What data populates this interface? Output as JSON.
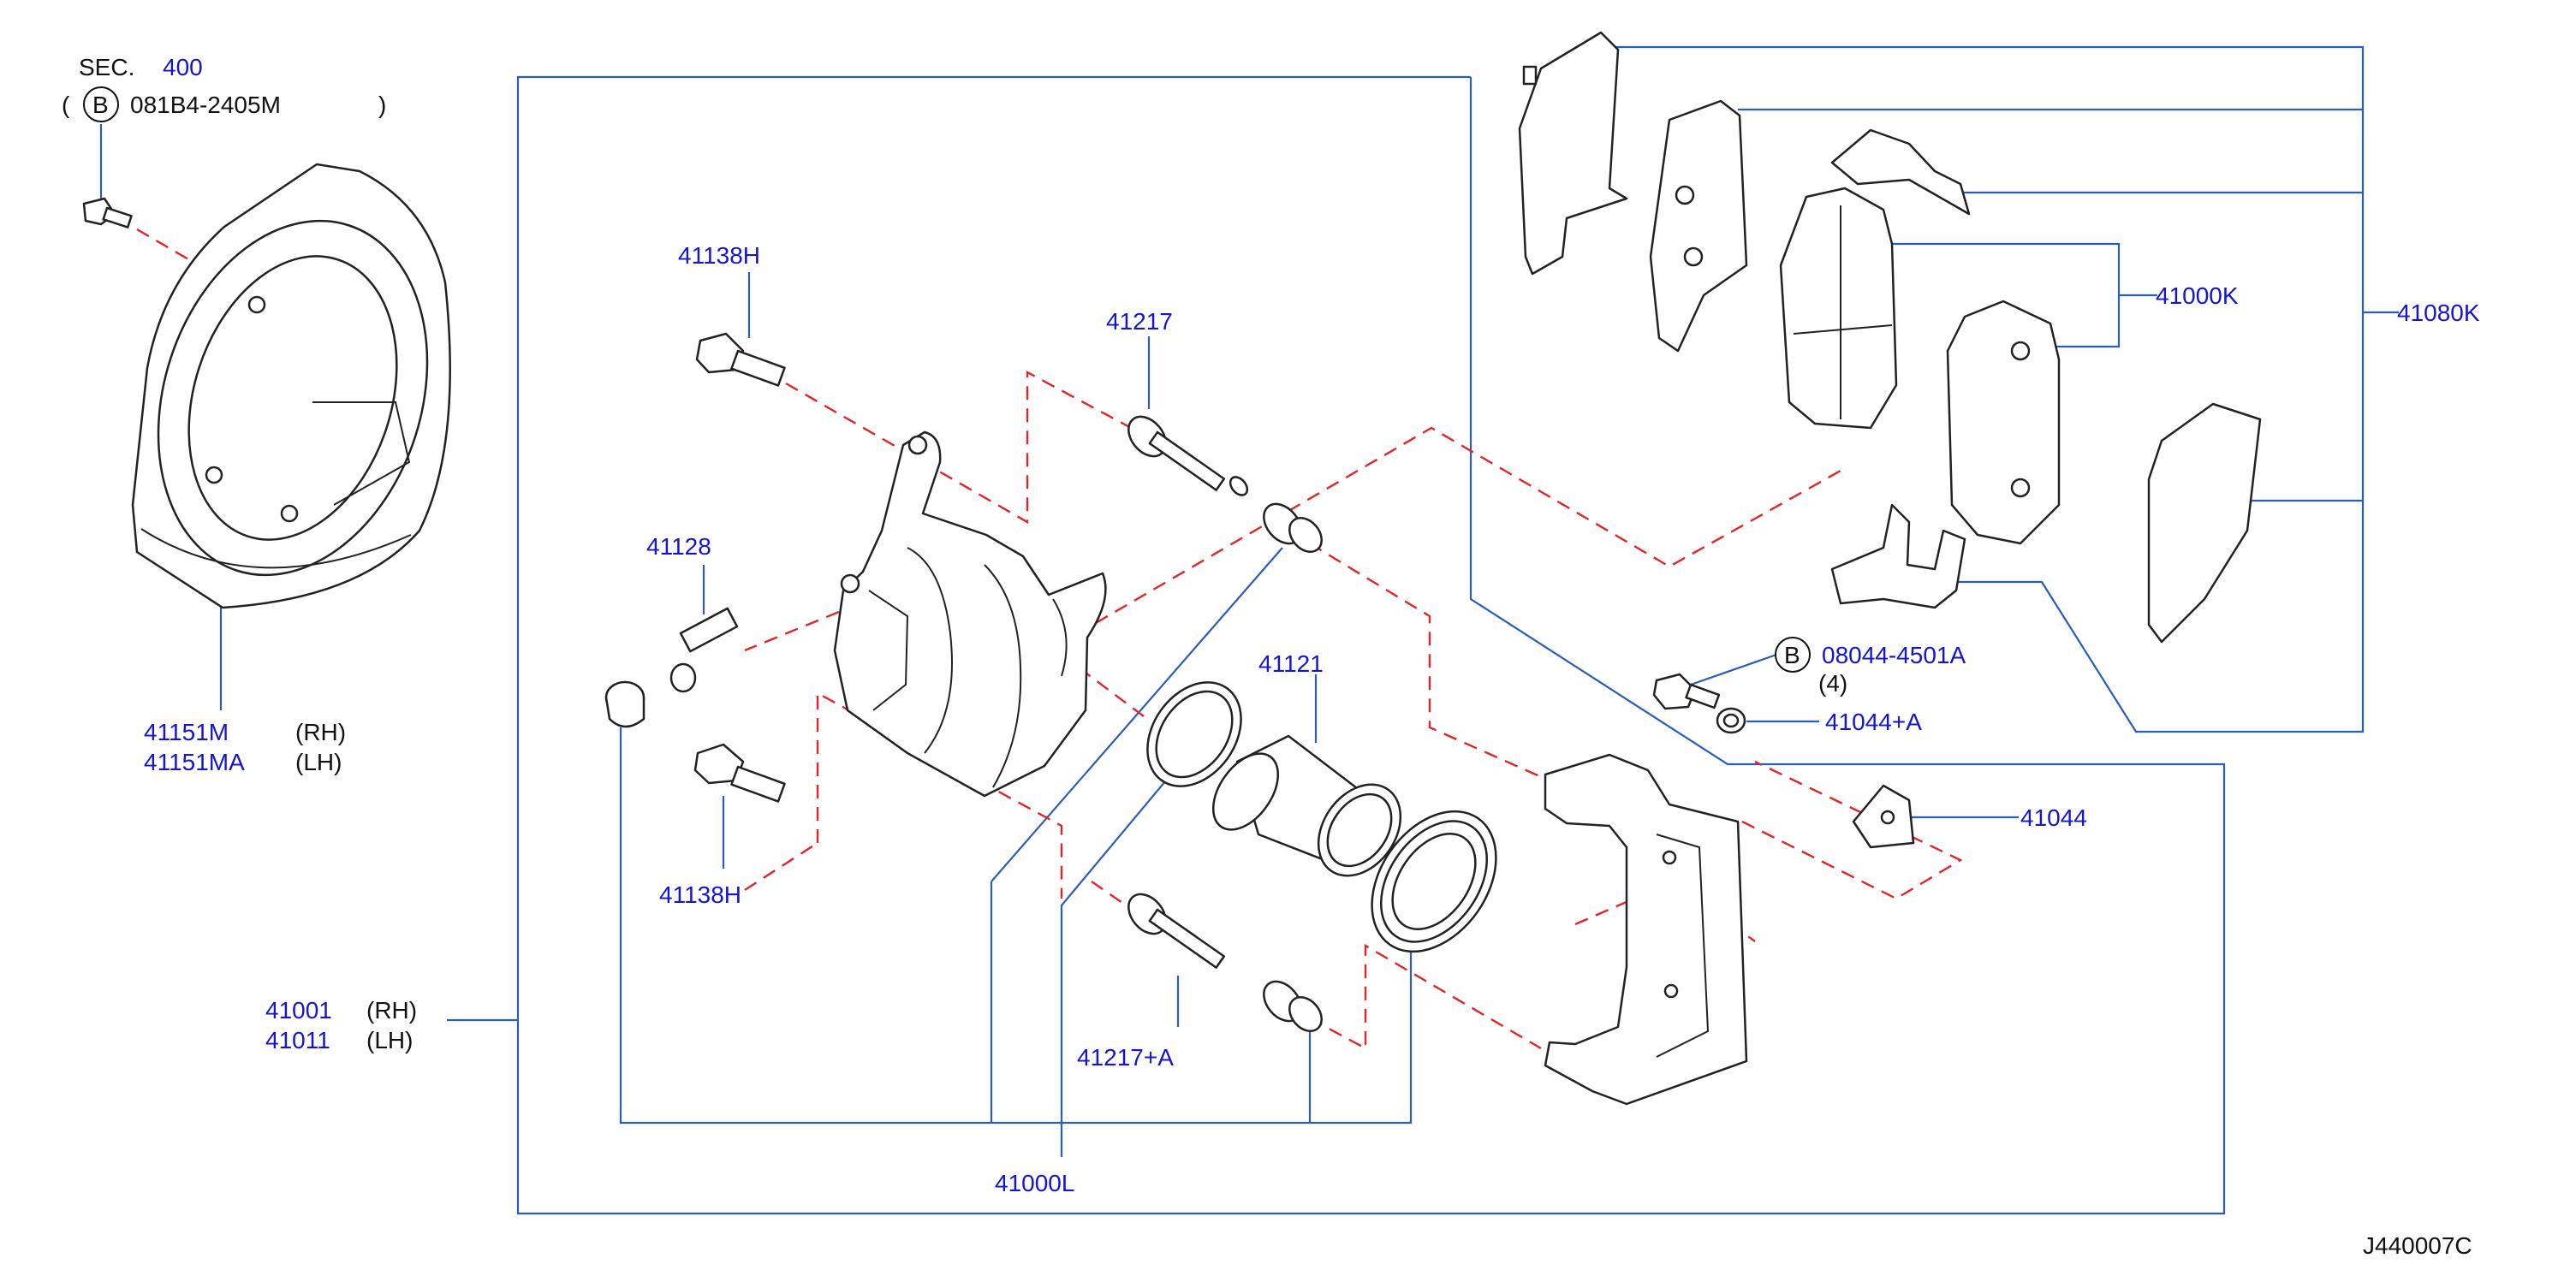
{
  "colors": {
    "part_number": "#1414d2",
    "leader_line": "#2a5cb8",
    "dashed_line": "#e0262a",
    "text": "#111111",
    "outline": "#222222"
  },
  "header": {
    "sec_label": "SEC.",
    "sec_number": "400",
    "bolt_circle_letter": "B",
    "bolt_code": "081B4-2405M",
    "paren_open": "(",
    "paren_close": ")"
  },
  "labels": {
    "p41151M": "41151M",
    "p41151M_side": "(RH)",
    "p41151MA": "41151MA",
    "p41151MA_side": "(LH)",
    "p41138H_top": "41138H",
    "p41217": "41217",
    "p41128": "41128",
    "p41138H_bottom": "41138H",
    "p41121": "41121",
    "p41001": "41001",
    "p41001_side": "(RH)",
    "p41011": "41011",
    "p41011_side": "(LH)",
    "p41217A": "41217+A",
    "p41000L": "41000L",
    "p41000K": "41000K",
    "p41080K": "41080K",
    "bolt2_letter": "B",
    "bolt2_code": "08044-4501A",
    "bolt2_qty": "(4)",
    "p41044A": "41044+A",
    "p41044": "41044"
  },
  "footer": {
    "diagram_code": "J440007C"
  }
}
